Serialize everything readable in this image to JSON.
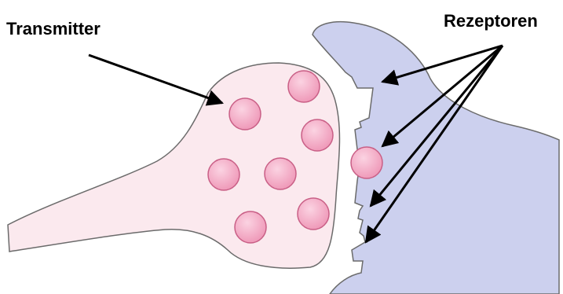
{
  "labels": {
    "transmitter": "Transmitter",
    "receptors": "Rezeptoren"
  },
  "colors": {
    "presynaptic_fill": "#fbe9ee",
    "postsynaptic_fill": "#ccd0ee",
    "membrane_stroke": "#6b6b6b",
    "vesicle_fill": "#ef9ab9",
    "vesicle_stroke": "#c95f86",
    "arrow": "#000000"
  },
  "counts": {
    "vesicles": 8,
    "receptor_arrows": 4
  }
}
